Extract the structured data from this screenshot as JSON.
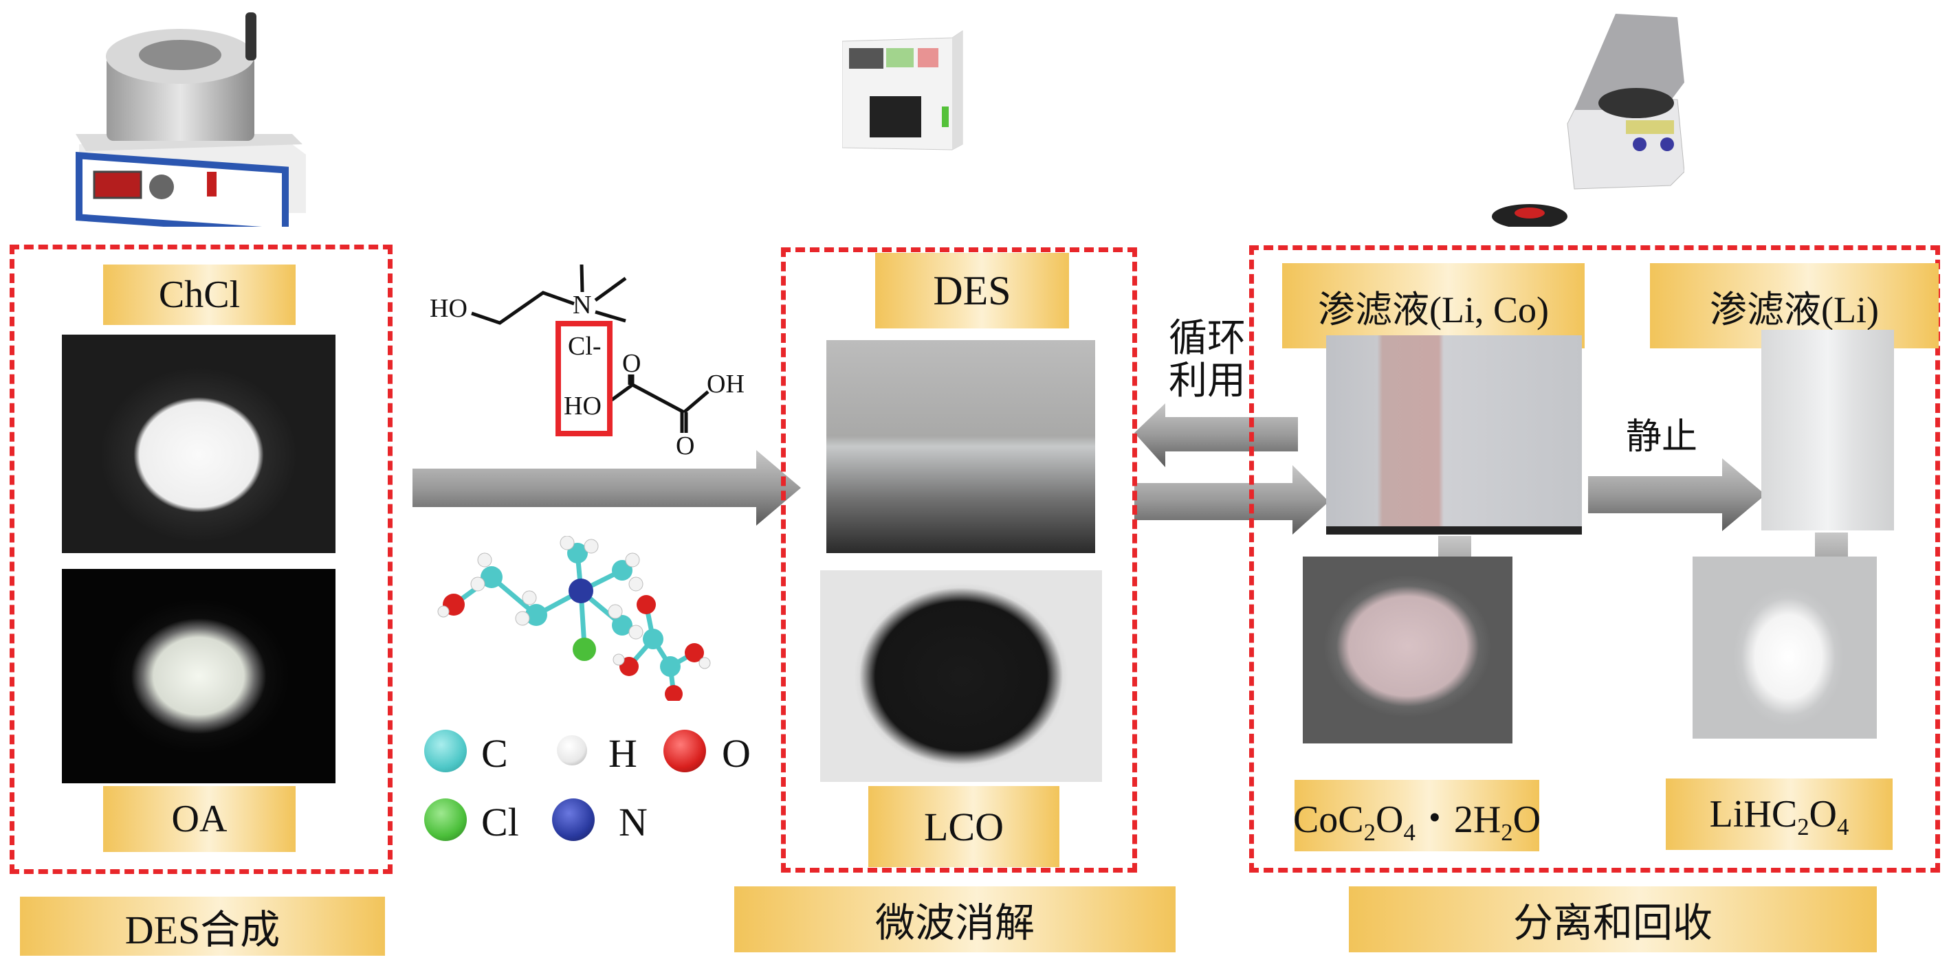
{
  "figure": {
    "stages": [
      {
        "id": "des-synthesis",
        "title": "DES合成",
        "equipment": "heating-stirrer-icon",
        "items": [
          {
            "label": "ChCl",
            "photo": "white-crystalline-powder"
          },
          {
            "label": "OA",
            "photo": "white-fine-powder"
          }
        ]
      },
      {
        "id": "microwave-digestion",
        "title": "微波消解",
        "equipment": "microwave-digester-icon",
        "items": [
          {
            "label": "DES",
            "photo": "clear-liquid-beaker"
          },
          {
            "label": "LCO",
            "photo": "black-powder"
          }
        ]
      },
      {
        "id": "separation-recovery",
        "title": "分离和回收",
        "equipment": "centrifuge-icon",
        "items": [
          {
            "label": "渗滤液(Li, Co)",
            "photo": "pink-solution-tube"
          },
          {
            "label": "渗滤液(Li)",
            "photo": "clear-solution-tube"
          },
          {
            "label_parts": [
              "CoC",
              "2",
              "O",
              "4",
              "・2H",
              "2",
              "O"
            ],
            "label": "CoC2O4・2H2O",
            "photo": "pink-powder"
          },
          {
            "label_parts": [
              "LiHC",
              "2",
              "O",
              "4"
            ],
            "label": "LiHC2O4",
            "photo": "white-powder"
          }
        ]
      }
    ],
    "arrows": {
      "recycle_label": [
        "循环",
        "利用"
      ],
      "standing_label": "静止"
    },
    "structure": {
      "choline": {
        "ho": "HO",
        "n": "N"
      },
      "highlight": {
        "cl": "Cl-",
        "ho": "HO"
      },
      "oxalic": {
        "o_top": "O",
        "oh": "OH",
        "o_bottom": "O"
      }
    },
    "legend": [
      {
        "symbol": "C",
        "color": "#4fc8c8"
      },
      {
        "symbol": "H",
        "color": "#f2f2f2"
      },
      {
        "symbol": "O",
        "color": "#d9201e"
      },
      {
        "symbol": "Cl",
        "color": "#4bbf3a"
      },
      {
        "symbol": "N",
        "color": "#2a3aa0"
      }
    ],
    "colors": {
      "dash": "#e8262a",
      "label_gold": "#f2c45a",
      "arrow_gray": "#8a8a8a"
    }
  }
}
